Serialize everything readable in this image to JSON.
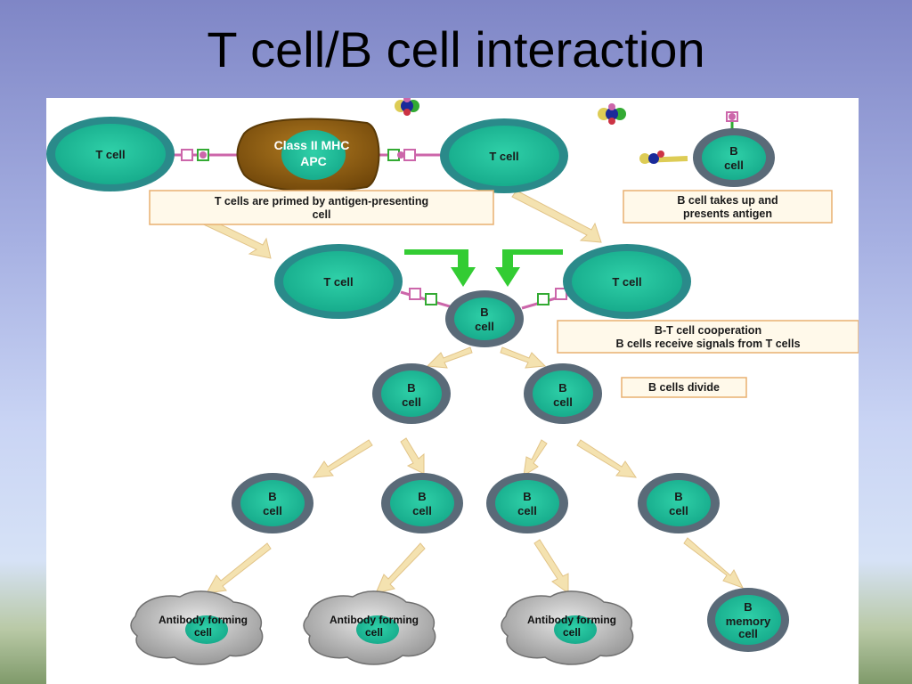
{
  "slide": {
    "title": "T cell/B cell interaction"
  },
  "labels": {
    "t_cell": "T cell",
    "b_letter": "B",
    "cell_word": "cell",
    "apc_line1": "Class II MHC",
    "apc_line2": "APC",
    "afc_line1": "Antibody forming",
    "afc_line2": "cell",
    "memory_b": "B",
    "memory_word": "memory",
    "memory_cell": "cell"
  },
  "captions": {
    "primed_line1": "T cells are primed by antigen-presenting",
    "primed_line2": "cell",
    "takes_up_line1": "B cell takes up and",
    "takes_up_line2": "presents antigen",
    "coop_line1": "B-T cell cooperation",
    "coop_line2": "B cells receive signals from T cells",
    "divide": "B cells divide"
  },
  "colors": {
    "cell_fill": "#20b89a",
    "cell_ring": "#2a8a8a",
    "bcell_ring": "#5a6a78",
    "apc_fill": "#8a5a10",
    "arrow": "#f4e2b0",
    "green_arrow": "#33cc33",
    "receptor": "#cc66aa"
  }
}
